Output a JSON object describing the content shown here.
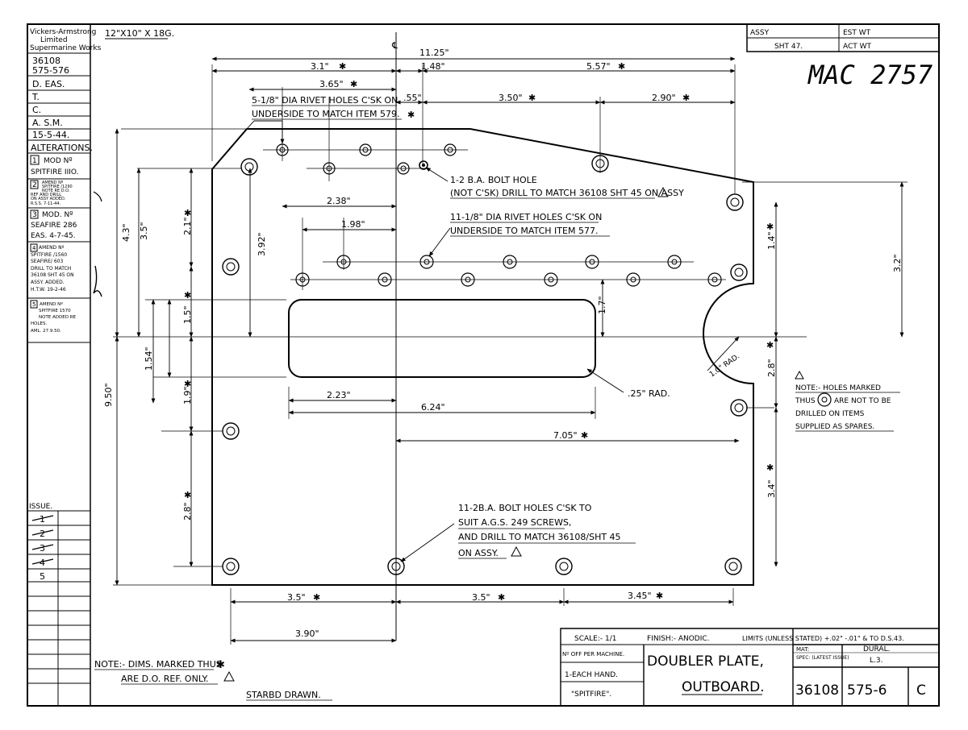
{
  "sheet": {
    "material_size": "12\"X10\" X 18G.",
    "assy_label": "ASSY",
    "assy_sheet": "SHT 47.",
    "est_wt_label": "EST WT",
    "act_wt_label": "ACT WT",
    "handwritten_ref": "MAC 2757"
  },
  "sidebar": {
    "company": [
      "Vickers-Armstrong",
      "Limited",
      "Supermarine Works"
    ],
    "drawing_no": "36108",
    "sheets": "575-576",
    "drawn_by": "D. EAS.",
    "traced_by": "T.",
    "checked_by": "C.",
    "approved_by": "A. S.M.",
    "date": "15-5-44.",
    "alterations_label": "ALTERATIONS.",
    "alterations": [
      {
        "no": "1",
        "lines": [
          "MOD Nº",
          "SPITFIRE IIIO."
        ]
      },
      {
        "no": "2",
        "lines": [
          "AMEND Nº",
          "SPITFIRE /1290",
          "NOTE RE D.O.",
          "REF AND DRILL",
          "ON ASSY ADDED.",
          "R.S.S. 7-11-44."
        ]
      },
      {
        "no": "3",
        "lines": [
          "MOD. Nº",
          "SEAFIRE 286",
          "EAS. 4-7-45."
        ]
      },
      {
        "no": "4",
        "lines": [
          "AMEND Nº",
          "SPITFIRE /1560",
          "SEAFIRE/ 603",
          "DRILL TO MATCH",
          "36108 SHT 45 ON",
          "ASSY. ADDED.",
          "H.T.W. 19-2-46"
        ]
      },
      {
        "no": "5",
        "lines": [
          "AMEND Nº",
          "SPITFIRE 1570",
          "NOTE ADDED RE",
          "HOLES.",
          "AML. 27.9.50."
        ]
      }
    ],
    "issue_label": "ISSUE.",
    "issues": [
      "1",
      "2",
      "3",
      "4",
      "5"
    ]
  },
  "callouts": {
    "rivets_top": [
      "5-1/8\" DIA RIVET HOLES C'SK ON",
      "UNDERSIDE TO MATCH ITEM 579."
    ],
    "bolt_hole": [
      "1-2 B.A. BOLT HOLE",
      "(NOT C'SK) DRILL TO MATCH 36108 SHT 45 ON ASSY"
    ],
    "rivets_mid": [
      "11-1/8\" DIA RIVET HOLES C'SK ON",
      "UNDERSIDE TO MATCH ITEM 577."
    ],
    "bolts_bottom": [
      "11-2B.A. BOLT HOLES C'SK TO",
      "SUIT A.G.S. 249 SCREWS,",
      "AND DRILL TO MATCH 36108/SHT 45",
      "ON ASSY."
    ],
    "spares_note": [
      "NOTE:- HOLES MARKED",
      "THUS",
      "ARE NOT TO BE",
      "DRILLED ON ITEMS",
      "SUPPLIED AS SPARES."
    ],
    "cutout_radius": ".25\" RAD.",
    "semicircle_radius": "1.0\" RAD."
  },
  "dims": {
    "overall_width": "11.25\"",
    "d_3_1": "3.1\"",
    "d_1_48": "1.48\"",
    "d_5_57": "5.57\"",
    "d_3_65": "3.65\"",
    "d_55": ".55\"",
    "d_3_50": "3.50\"",
    "d_2_90": "2.90\"",
    "d_2_38": "2.38\"",
    "d_1_98": "1.98\"",
    "d_2_23": "2.23\"",
    "d_6_24": "6.24\"",
    "d_7_05": "7.05\"",
    "d_3_5a": "3.5\"",
    "d_3_5b": "3.5\"",
    "d_3_45": "3.45\"",
    "d_3_90": "3.90\"",
    "v_4_3": "4.3\"",
    "v_3_5": "3.5\"",
    "v_2_1": "2.1\"",
    "v_3_92": "3.92\"",
    "v_1_5": "1.5\"",
    "v_1_54": "1.54\"",
    "v_9_50": "9.50\"",
    "v_1_9": "1.9\"",
    "v_2_8": "2.8\"",
    "v_1_7": "1.7\"",
    "v_1_4": "1.4\"",
    "v_2_8r": "2.8\"",
    "v_3_4": "3.4\"",
    "v_3_2": "3.2\""
  },
  "notes": {
    "dims_line1": "NOTE:- DIMS. MARKED THUS",
    "dims_line2": "ARE D.O. REF. ONLY.",
    "starb_drawn": "STARBD DRAWN."
  },
  "title_block": {
    "scale": "SCALE:- 1/1",
    "finish": "FINISH:- ANODIC.",
    "limits": "LIMITS (UNLESS STATED) +.02\" -.01\" & TO D.S.43.",
    "per_machine_label": "Nº OFF PER MACHINE.",
    "per_machine": "1-EACH HAND.",
    "aircraft": "\"SPITFIRE\".",
    "title_line1": "DOUBLER PLATE,",
    "title_line2": "OUTBOARD.",
    "mat_label": "MAT:",
    "mat": "DURAL.",
    "spec_label": "SPEC: (LATEST ISSUE)",
    "spec": "L.3.",
    "drawing_no": "36108",
    "part_no": "575-6",
    "issue_letter": "C"
  }
}
